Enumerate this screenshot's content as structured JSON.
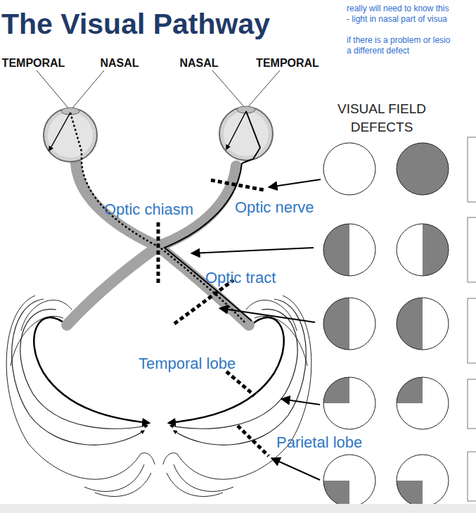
{
  "diagram": {
    "title": "The Visual Pathway",
    "labels": [
      "really will need to know this",
      "- light in nasal part of visua",
      "if there is a problem or lesio",
      "a different defect",
      "TEMPORAL",
      "NASAL",
      "NASAL",
      "TEMPORAL",
      "VISUAL FIELD DEFECTS",
      "Optic chiasm",
      "Optic nerve",
      "Optic tract",
      "Temporal lobe",
      "Parietal lobe"
    ]
  }
}
